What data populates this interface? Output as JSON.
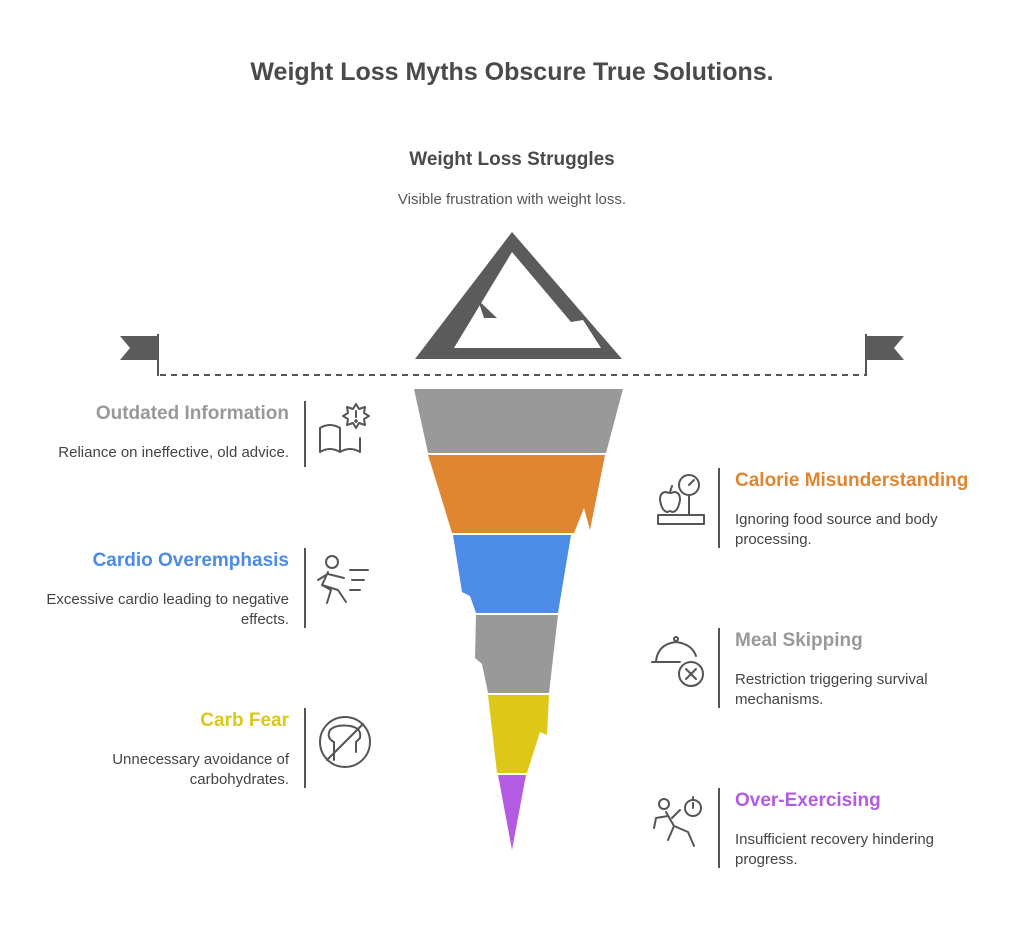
{
  "title": "Weight Loss Myths Obscure True Solutions.",
  "surface": {
    "title": "Weight Loss Struggles",
    "description": "Visible frustration with weight loss."
  },
  "colors": {
    "gray": "#999999",
    "orange": "#E08530",
    "blue": "#4C8BE6",
    "yellow": "#DDC718",
    "purple": "#B35BE3",
    "dark": "#5B5B5B"
  },
  "items": [
    {
      "title": "Outdated Information",
      "description": "Reliance on ineffective, old advice.",
      "color": "#999999",
      "icon": "book-alert-icon"
    },
    {
      "title": "Calorie Misunderstanding",
      "description": "Ignoring food source and body processing.",
      "color": "#E08530",
      "icon": "scale-apple-icon"
    },
    {
      "title": "Cardio Overemphasis",
      "description": "Excessive cardio leading to negative effects.",
      "color": "#4C8BE6",
      "icon": "running-person-icon"
    },
    {
      "title": "Meal Skipping",
      "description": "Restriction triggering survival mechanisms.",
      "color": "#999999",
      "icon": "cloche-cancel-icon"
    },
    {
      "title": "Carb Fear",
      "description": "Unnecessary avoidance of carbohydrates.",
      "color": "#DDC718",
      "icon": "no-bread-icon"
    },
    {
      "title": "Over-Exercising",
      "description": "Insufficient recovery hindering progress.",
      "color": "#B35BE3",
      "icon": "exercise-timer-icon"
    }
  ]
}
